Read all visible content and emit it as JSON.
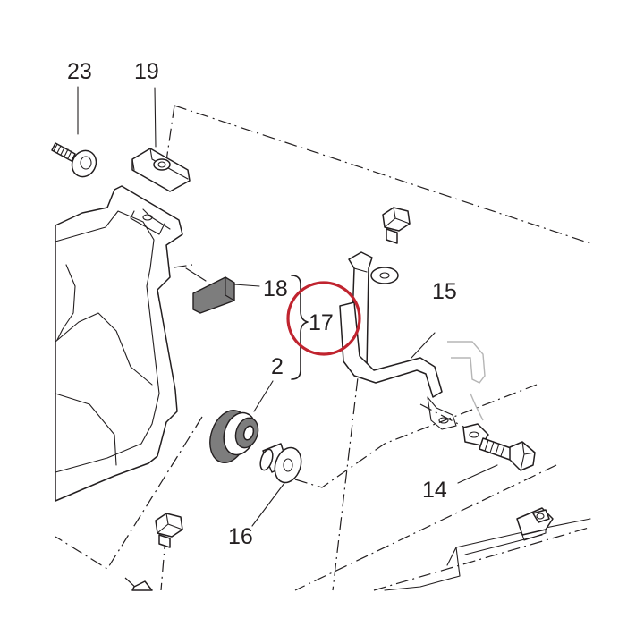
{
  "diagram": {
    "callouts": {
      "c23": "23",
      "c19": "19",
      "c18": "18",
      "c17": "17",
      "c2": "2",
      "c15": "15",
      "c14": "14",
      "c16": "16"
    },
    "highlight_color": "#c0242f",
    "line_color": "#231f20",
    "part_fill_dark": "#7d7d7d"
  }
}
